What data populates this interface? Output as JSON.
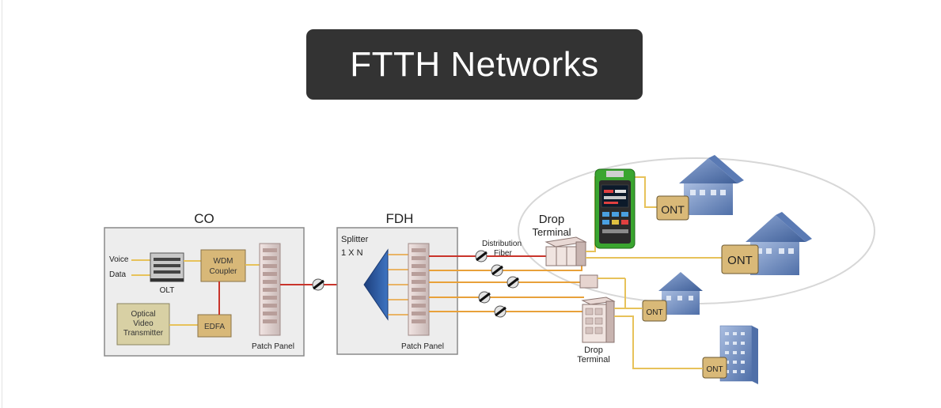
{
  "title": "FTTH Networks",
  "co": {
    "label": "CO",
    "voice": "Voice",
    "data": "Data",
    "olt": "OLT",
    "wdm_line1": "WDM",
    "wdm_line2": "Coupler",
    "optical_line1": "Optical",
    "optical_line2": "Video",
    "optical_line3": "Transmitter",
    "edfa": "EDFA",
    "patch_panel": "Patch Panel"
  },
  "fdh": {
    "label": "FDH",
    "splitter_line1": "Splitter",
    "splitter_line2": "1 X N",
    "patch_panel": "Patch Panel"
  },
  "distribution_line1": "Distribution",
  "distribution_line2": "Fiber",
  "drop_terminal_top_line1": "Drop",
  "drop_terminal_top_line2": "Terminal",
  "drop_terminal_bottom_line1": "Drop",
  "drop_terminal_bottom_line2": "Terminal",
  "ont": "ONT",
  "colors": {
    "banner": "#333333",
    "box_fill": "#ededed",
    "box_stroke": "#8a8a8a",
    "fiber_red": "#c9342b",
    "fiber_orange": "#e8a13a",
    "fiber_yellow": "#e7c25a",
    "splitter_blue": "#2f5fa8",
    "house_blue": "#6f8fc4",
    "ont_fill": "#d9b978",
    "device_green": "#3aa52f"
  }
}
